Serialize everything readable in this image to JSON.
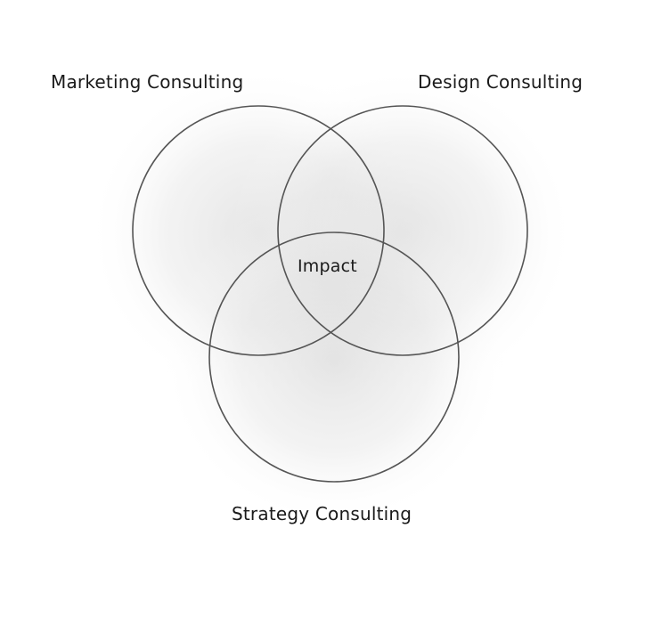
{
  "diagram": {
    "type": "venn",
    "circles": [
      {
        "label": "Marketing Consulting"
      },
      {
        "label": "Design Consulting"
      },
      {
        "label": "Strategy Consulting"
      }
    ],
    "center_label": "Impact",
    "colors": {
      "stroke": "#555555",
      "fill": "#ffffff",
      "text": "#1a1a1a",
      "shadow": "#cfcfcf"
    }
  }
}
